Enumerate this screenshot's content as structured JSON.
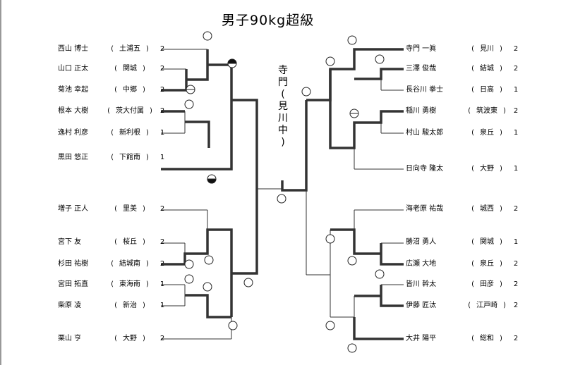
{
  "title": "男子90kg超級",
  "champion": [
    "寺",
    "門",
    "(",
    "見",
    "川",
    "中",
    ")"
  ],
  "left_players": [
    {
      "name": "西山 博士",
      "school_open": "(",
      "school": "土浦五",
      "school_close": ")",
      "score": "2"
    },
    {
      "name": "山口 正太",
      "school_open": "(",
      "school": "関城",
      "school_close": ")",
      "score": "2"
    },
    {
      "name": "菊池 幸起",
      "school_open": "(",
      "school": "中郷",
      "school_close": ")",
      "score": "2"
    },
    {
      "name": "根本 大樹",
      "school_open": "(",
      "school": "茨大付属",
      "school_close": ")",
      "score": "2"
    },
    {
      "name": "逸村 利彦",
      "school_open": "(",
      "school": "新利根",
      "school_close": ")",
      "score": "1"
    },
    {
      "name": "黒田 悠正",
      "school_open": "(",
      "school": "下館南",
      "school_close": ")",
      "score": "1"
    },
    {
      "name": "増子 正人",
      "school_open": "(",
      "school": "里美",
      "school_close": ")",
      "score": "2"
    },
    {
      "name": "宮下 友",
      "school_open": "(",
      "school": "桜丘",
      "school_close": ")",
      "score": "2"
    },
    {
      "name": "杉田 祐樹",
      "school_open": "(",
      "school": "結城南",
      "school_close": ")",
      "score": "2"
    },
    {
      "name": "宮田 拓直",
      "school_open": "(",
      "school": "東海南",
      "school_close": ")",
      "score": "1"
    },
    {
      "name": "柴原 凌",
      "school_open": "(",
      "school": "新治",
      "school_close": ")",
      "score": "1"
    },
    {
      "name": "栗山 亨",
      "school_open": "(",
      "school": "大野",
      "school_close": ")",
      "score": "2"
    }
  ],
  "right_players": [
    {
      "name": "寺門 一眞",
      "school_open": "(",
      "school": "見川",
      "school_close": ")",
      "score": "2"
    },
    {
      "name": "三澤 俊哉",
      "school_open": "(",
      "school": "結城",
      "school_close": ")",
      "score": "2"
    },
    {
      "name": "長谷川 拳士",
      "school_open": "(",
      "school": "日高",
      "school_close": ")",
      "score": "1"
    },
    {
      "name": "稲川 勇樹",
      "school_open": "(",
      "school": "筑波東",
      "school_close": ")",
      "score": "2"
    },
    {
      "name": "村山 駿太郎",
      "school_open": "(",
      "school": "泉丘",
      "school_close": ")",
      "score": "1"
    },
    {
      "name": "日向寺 隆太",
      "school_open": "(",
      "school": "大野",
      "school_close": ")",
      "score": "1"
    },
    {
      "name": "海老原 祐哉",
      "school_open": "(",
      "school": "城西",
      "school_close": ")",
      "score": "2"
    },
    {
      "name": "勝沼 勇人",
      "school_open": "(",
      "school": "関城",
      "school_close": ")",
      "score": "1"
    },
    {
      "name": "広瀬 大地",
      "school_open": "(",
      "school": "泉丘",
      "school_close": ")",
      "score": "2"
    },
    {
      "name": "皆川 幹太",
      "school_open": "(",
      "school": "田彦",
      "school_close": ")",
      "score": "2"
    },
    {
      "name": "伊藤 匠汰",
      "school_open": "(",
      "school": "江戸崎",
      "school_close": ")",
      "score": "2"
    },
    {
      "name": "大井 陽平",
      "school_open": "(",
      "school": "総和",
      "school_close": ")",
      "score": "2"
    }
  ],
  "marks": {
    "win": "open-circle-icon",
    "half": "half-filled-circle-icon",
    "decision": "theta-circle-icon"
  }
}
